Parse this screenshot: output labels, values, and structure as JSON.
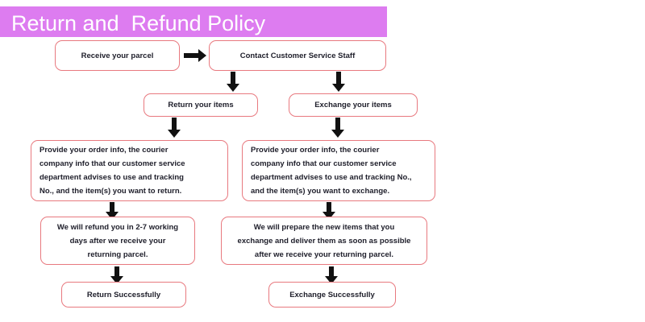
{
  "banner": {
    "title": "Return and  Refund Policy",
    "background_color": "#dd7cf0",
    "text_color": "#ffffff"
  },
  "theme": {
    "box_border_color": "#e8797f",
    "box_background": "#ffffff",
    "arrow_color": "#111111",
    "text_color": "#20202c"
  },
  "flowchart": {
    "type": "flowchart",
    "nodes": {
      "receive_parcel": "Receive your parcel",
      "contact_staff": "Contact Customer Service Staff",
      "return_items": "Return your items",
      "exchange_items": "Exchange your items",
      "return_provide_info": "Provide your order info, the courier\ncompany info that our customer service\ndepartment advises to use and tracking\nNo., and the item(s) you want to return.",
      "exchange_provide_info": "Provide your order info, the courier\ncompany info that our customer service\ndepartment advises to use and tracking No.,\nand the item(s) you want to exchange.",
      "refund_promise": "We will refund you in 2-7 working\ndays after we receive your\nreturning parcel.",
      "exchange_promise": "We will prepare the new items that you\nexchange  and deliver them as soon as possible\nafter we receive your returning parcel.",
      "return_success": "Return Successfully",
      "exchange_success": "Exchange Successfully"
    },
    "edges": [
      {
        "from": "receive_parcel",
        "to": "contact_staff",
        "direction": "right"
      },
      {
        "from": "contact_staff",
        "to": "return_items",
        "direction": "down"
      },
      {
        "from": "contact_staff",
        "to": "exchange_items",
        "direction": "down"
      },
      {
        "from": "return_items",
        "to": "return_provide_info",
        "direction": "down"
      },
      {
        "from": "exchange_items",
        "to": "exchange_provide_info",
        "direction": "down"
      },
      {
        "from": "return_provide_info",
        "to": "refund_promise",
        "direction": "down"
      },
      {
        "from": "exchange_provide_info",
        "to": "exchange_promise",
        "direction": "down"
      },
      {
        "from": "refund_promise",
        "to": "return_success",
        "direction": "down"
      },
      {
        "from": "exchange_promise",
        "to": "exchange_success",
        "direction": "down"
      }
    ]
  }
}
